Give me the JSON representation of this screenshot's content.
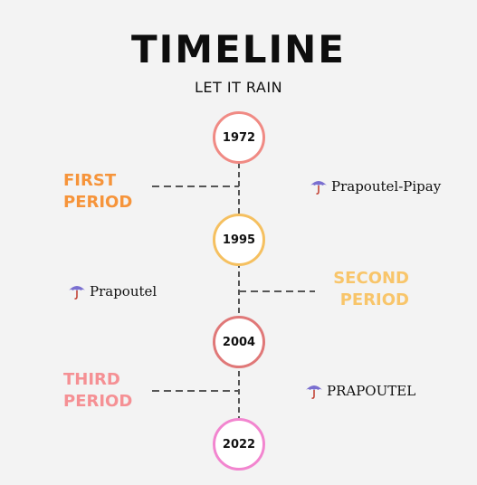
{
  "header": {
    "title": "TIMELINE",
    "subtitle": "LET IT RAIN"
  },
  "years": [
    {
      "label": "1972",
      "color": "#f08a84"
    },
    {
      "label": "1995",
      "color": "#f5c060"
    },
    {
      "label": "2004",
      "color": "#e07878"
    },
    {
      "label": "2022",
      "color": "#f285cf"
    }
  ],
  "periods": [
    {
      "line1": "FIRST",
      "line2": "PERIOD",
      "color": "#f6943a"
    },
    {
      "line1": "SECOND",
      "line2": "PERIOD",
      "color": "#f8c56a"
    },
    {
      "line1": "THIRD",
      "line2": "PERIOD",
      "color": "#f59094"
    }
  ],
  "labels": [
    {
      "text": "Prapoutel-Pipay",
      "icon": "umbrella-icon"
    },
    {
      "text": "Prapoutel",
      "icon": "umbrella-icon"
    },
    {
      "text": "PRAPOUTEL",
      "icon": "umbrella-icon"
    }
  ],
  "colors": {
    "line": "#555555",
    "umbrella": "#7a6fd0",
    "handle": "#c0392b"
  }
}
